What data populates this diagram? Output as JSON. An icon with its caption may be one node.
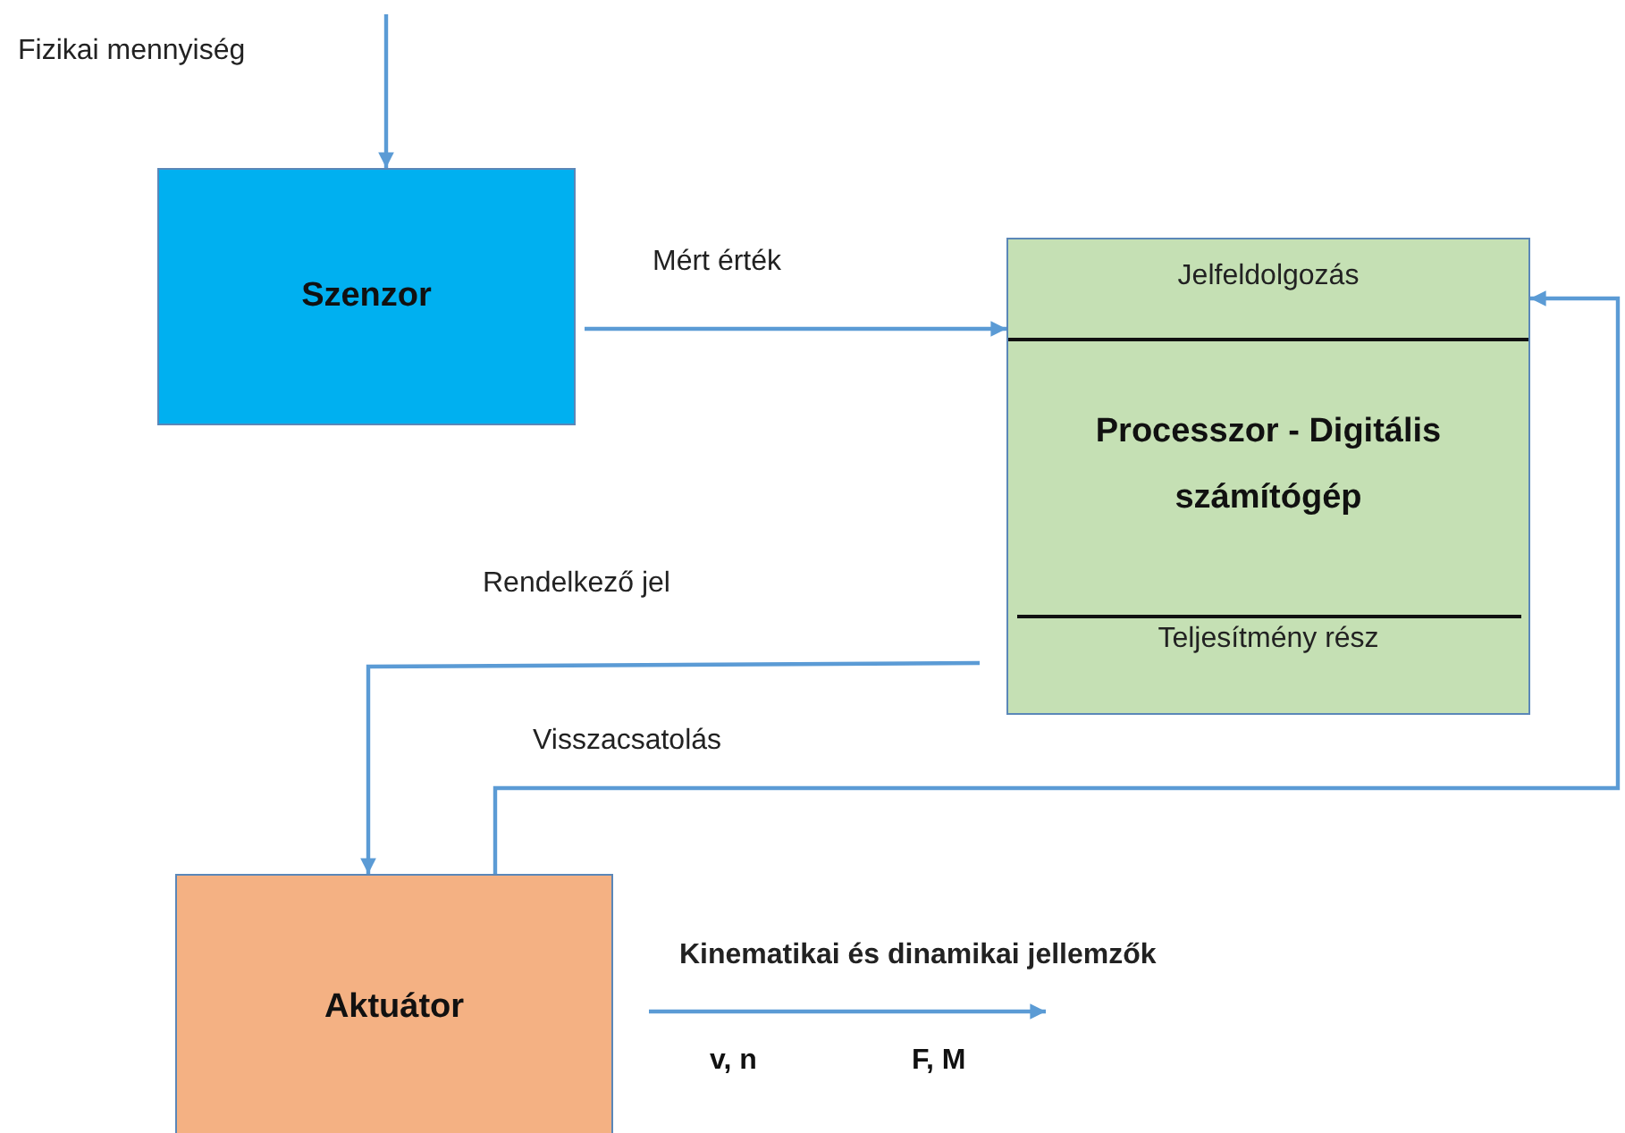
{
  "diagram": {
    "nodes": [
      {
        "text": [
          "Szenzor"
        ]
      },
      {
        "text": [
          "Jelfeldolgozás",
          "Processzor - Digitális számítógép",
          "Teljesítmény rész"
        ]
      },
      {
        "text": [
          "Aktuátor"
        ]
      }
    ],
    "edges": [
      {
        "from": null,
        "to": 0,
        "arrow": "to",
        "label": "Fizikai mennyiség"
      },
      {
        "from": 0,
        "to": 1,
        "arrow": "to",
        "label": "Mért érték"
      },
      {
        "from": 1,
        "to": 2,
        "arrow": "to",
        "label": "Rendelkező jel"
      },
      {
        "from": 2,
        "to": 1,
        "arrow": "to",
        "label": "Visszacsatolás"
      },
      {
        "from": 2,
        "to": null,
        "arrow": "to",
        "label": "Kinematikai és dinamikai jellemzők"
      }
    ],
    "labels": [
      "v, n",
      "F, M"
    ]
  }
}
